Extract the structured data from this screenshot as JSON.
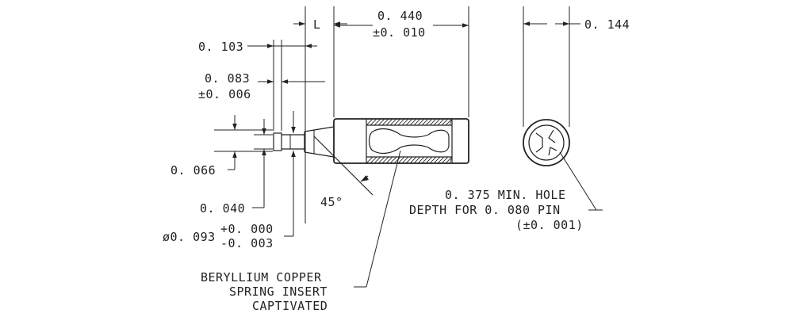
{
  "dimensions": {
    "length": "L",
    "body_length": "0. 440",
    "body_length_tol": "±0. 010",
    "body_diameter": "0. 144",
    "dim_0103": "0. 103",
    "dim_0083": "0. 083",
    "dim_0083_tol": "±0. 006",
    "dim_0066": "0. 066",
    "dim_0040": "0. 040",
    "pin_diameter": "ø0. 093",
    "pin_diameter_tol_plus": "+0. 000",
    "pin_diameter_tol_minus": "-0. 003",
    "chamfer_angle": "45°"
  },
  "notes": {
    "hole_line1": "0. 375 MIN.  HOLE",
    "hole_line2": "DEPTH FOR 0. 080 PIN",
    "hole_line3": "(±0. 001)",
    "insert_line1": "BERYLLIUM COPPER",
    "insert_line2": "SPRING INSERT",
    "insert_line3": "CAPTIVATED"
  }
}
